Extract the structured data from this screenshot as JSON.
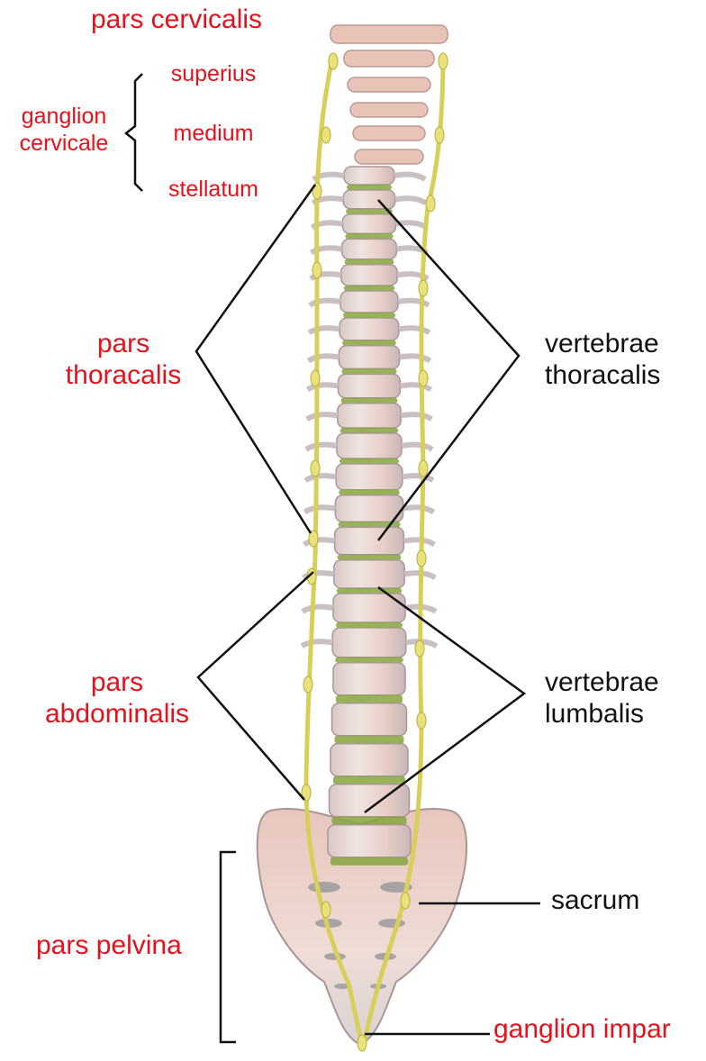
{
  "colors": {
    "label_red": "#e8101a",
    "label_black": "#111111",
    "ganglion_yellow": "#e9e27a",
    "bone_pink": "#e9c3b8",
    "disc_green": "#86a43c"
  },
  "labels": {
    "pars_cervicalis": "pars  cervicalis",
    "ganglion_cervicale": [
      "ganglion",
      "cervicale"
    ],
    "superius": "superius",
    "medium": "medium",
    "stellatum": "stellatum",
    "pars_thoracalis": [
      "pars",
      "thoracalis"
    ],
    "vertebrae_thoracalis": [
      "vertebrae",
      "thoracalis"
    ],
    "pars_abdominalis": [
      "pars",
      "abdominalis"
    ],
    "vertebrae_lumbalis": [
      "vertebrae",
      "lumbalis"
    ],
    "pars_pelvina": "pars pelvina",
    "sacrum": "sacrum",
    "ganglion_impar": "ganglion impar"
  }
}
